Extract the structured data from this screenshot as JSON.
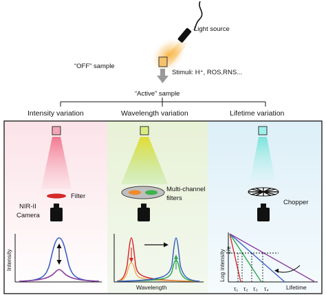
{
  "top": {
    "light_source": "Light source",
    "off_sample": "“OFF” sample",
    "stimuli": "Stimuli: H⁺, ROS,RNS...",
    "active_sample": "“Active” sample"
  },
  "panels": {
    "intensity": {
      "title": "Intensity variation",
      "filter": "Filter",
      "camera_line1": "NIR-II",
      "camera_line2": "Camera",
      "ylabel": "Intensity",
      "sample_color": "#f2a6b8",
      "beam_color": "#f06d86",
      "bg_color": "#fdf1f3"
    },
    "wavelength": {
      "title": "Wavelength variation",
      "filters_line1": "Multi-channel",
      "filters_line2": "filters",
      "xlabel": "Wavelength",
      "sample_color": "#d9ec82",
      "beam_color": "#e2de2e",
      "bg_color": "#eef6e4"
    },
    "lifetime": {
      "title": "Lifetime variation",
      "chopper": "Chopper",
      "ylabel_line1": "Log intensity",
      "ylabel_line2": "1/e",
      "xlabel": "Lifetime",
      "taus": [
        "τ₁",
        "τ₂",
        "τ₃",
        "τ₄"
      ],
      "sample_color": "#9ff0ea",
      "beam_color": "#6fe3d8",
      "bg_color": "#eaf6fb"
    }
  },
  "colors": {
    "curve_blue": "#3a5fc8",
    "curve_purple": "#8a3fa0",
    "curve_red": "#d92b2b",
    "curve_green": "#2aa84a",
    "light_orange": "#f5a640"
  }
}
